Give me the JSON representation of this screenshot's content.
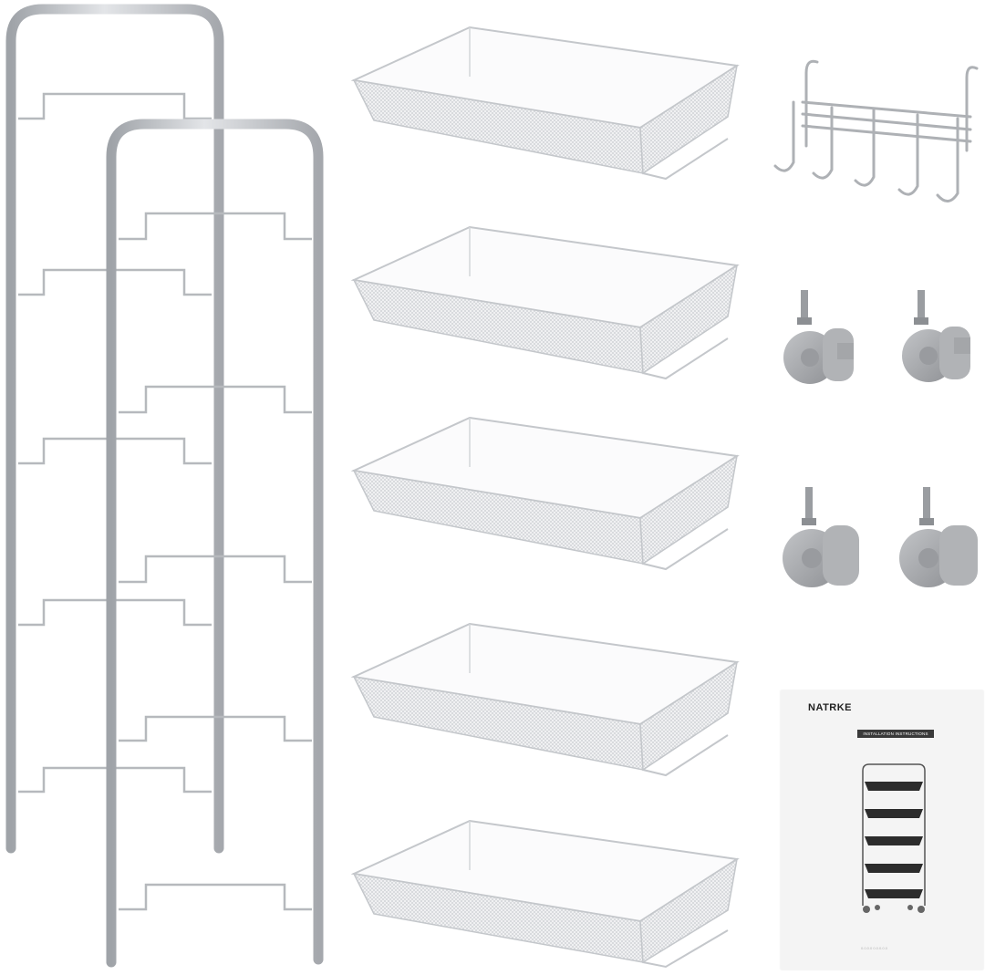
{
  "manual": {
    "brand": "NATRKE",
    "banner": "INSTALLATION INSTRUCTIONS",
    "footer": "0.0.0.0 0.0.0.0.0"
  },
  "colors": {
    "frame": "#b9bcc0",
    "frame_highlight": "#dcdfe2",
    "mesh": "#cfd2d6",
    "wheel": "#a9abae",
    "manual_bg": "#f4f4f4",
    "manual_banner": "#3a3a3a"
  },
  "parts": {
    "side_frames": 2,
    "baskets": 5,
    "hook_racks": 1,
    "casters": 4,
    "manuals": 1
  }
}
